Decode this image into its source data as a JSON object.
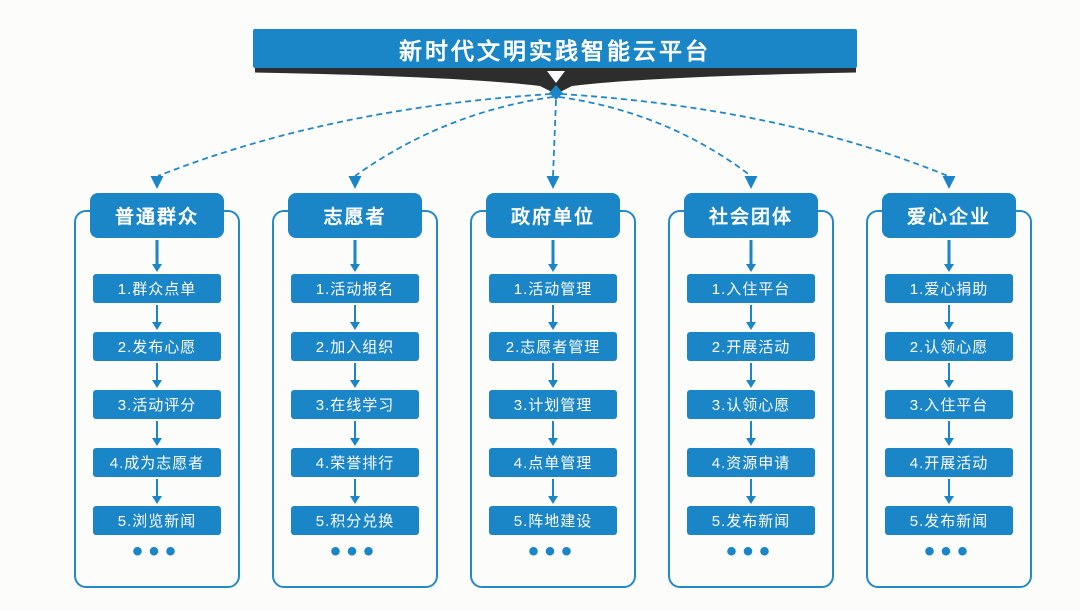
{
  "diagram": {
    "title": "新时代文明实践智能云平台",
    "columns": [
      {
        "title": "普通群众",
        "steps": [
          "1.群众点单",
          "2.发布心愿",
          "3.活动评分",
          "4.成为志愿者",
          "5.浏览新闻"
        ],
        "ellipsis": "•••"
      },
      {
        "title": "志愿者",
        "steps": [
          "1.活动报名",
          "2.加入组织",
          "3.在线学习",
          "4.荣誉排行",
          "5.积分兑换"
        ],
        "ellipsis": "•••"
      },
      {
        "title": "政府单位",
        "steps": [
          "1.活动管理",
          "2.志愿者管理",
          "3.计划管理",
          "4.点单管理",
          "5.阵地建设"
        ],
        "ellipsis": "•••"
      },
      {
        "title": "社会团体",
        "steps": [
          "1.入住平台",
          "2.开展活动",
          "3.认领心愿",
          "4.资源申请",
          "5.发布新闻"
        ],
        "ellipsis": "•••"
      },
      {
        "title": "爱心企业",
        "steps": [
          "1.爱心捐助",
          "2.认领心愿",
          "3.入住平台",
          "4.开展活动",
          "5.发布新闻"
        ],
        "ellipsis": "•••"
      }
    ],
    "colors": {
      "primary_blue": "#1b86c7",
      "dark_band": "#2d2d2d",
      "background": "#fcfcfb",
      "text_white": "#ffffff"
    }
  }
}
